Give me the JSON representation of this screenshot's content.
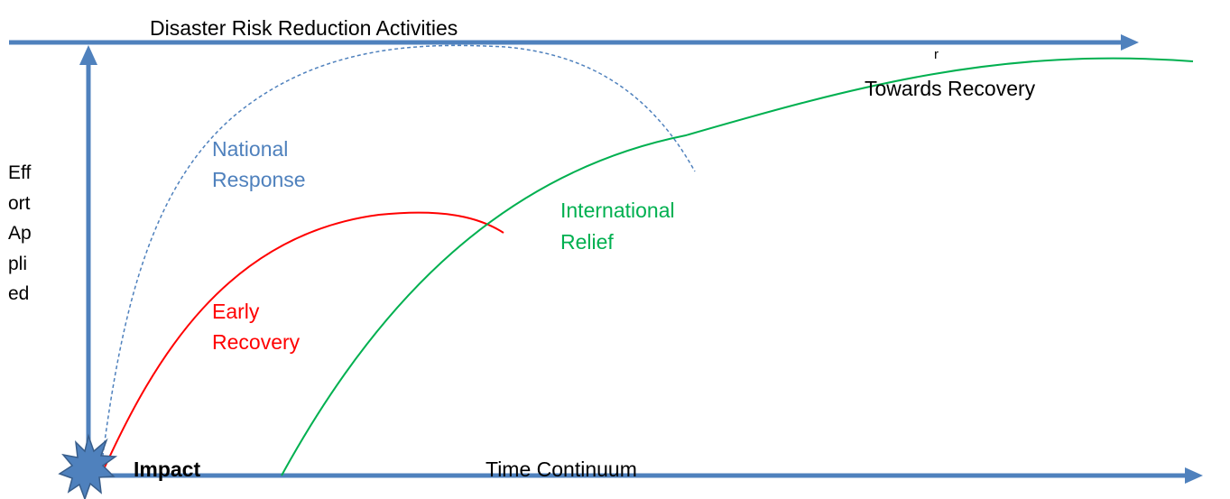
{
  "top_axis": {
    "label": "Disaster Risk Reduction Activities"
  },
  "y_axis": {
    "label_lines": "Eff\nort\nAp\npli\ned"
  },
  "x_axis": {
    "label": "Time Continuum"
  },
  "impact": {
    "label": "Impact"
  },
  "curves": {
    "national": {
      "label": "National\nResponse",
      "color": "#4f81bd"
    },
    "early": {
      "label": "Early\nRecovery",
      "color": "#ff0000"
    },
    "international": {
      "label": "International\nRelief",
      "color": "#00b050"
    }
  },
  "towards": {
    "marker": "r",
    "label": "Towards Recovery"
  },
  "colors": {
    "axis": "#4f81bd",
    "burst": "#4f81bd"
  }
}
